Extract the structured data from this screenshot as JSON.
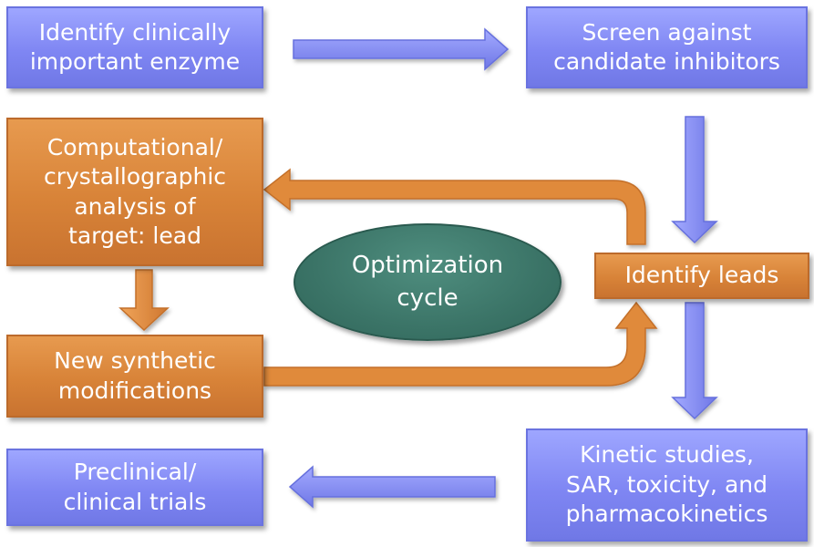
{
  "nodes": {
    "identify_enzyme": "Identify clinically\nimportant enzyme",
    "screen_inhibitors": "Screen against\ncandidate inhibitors",
    "computational_analysis": "Computational/\ncrystallographic\nanalysis of\ntarget: lead",
    "identify_leads": "Identify leads",
    "optimization_cycle": "Optimization\ncycle",
    "synthetic_modifications": "New synthetic\nmodifications",
    "kinetic_studies": "Kinetic studies,\nSAR, toxicity, and\npharmacokinetics",
    "clinical_trials": "Preclinical/\nclinical trials"
  },
  "colors": {
    "blue_box": "#7f86f3",
    "orange_box": "#d88338",
    "ellipse": "#3b7467",
    "blue_arrow": "#7b83f0",
    "orange_arrow": "#e08a3a"
  }
}
